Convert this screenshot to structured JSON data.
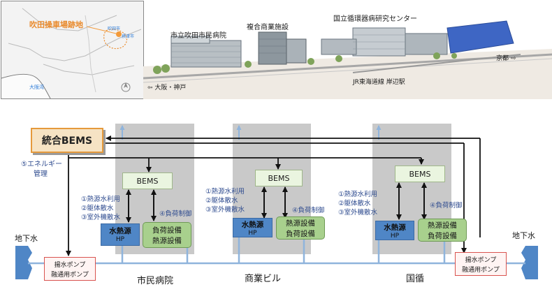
{
  "map": {
    "site_label": "吹田操車場跡地",
    "suita_label": "吹田市",
    "settsu_label": "摂津市",
    "osaka_bay_label": "大阪湾"
  },
  "illustration": {
    "hospital_label": "市立吹田市民病院",
    "commercial_label": "複合商業施設",
    "ncvc_label": "国立循環器病研究センター",
    "to_osaka": "⇦ 大阪・神戸",
    "to_kyoto": "京都 ⇨",
    "station_label": "JR東海道線 岸辺駅"
  },
  "system": {
    "integrated_bems": "統合BEMS",
    "energy_mgmt_line1": "⑤エネルギー",
    "energy_mgmt_line2": "管理",
    "groundwater_left": "地下水",
    "groundwater_right": "地下水",
    "pump_left_line1": "揚水ポンプ",
    "pump_left_line2": "融通用ポンプ",
    "pump_right_line1": "揚水ポンプ",
    "pump_right_line2": "融通用ポンプ",
    "buildings": [
      {
        "bems": "BEMS",
        "list1": "①熱源水利用",
        "list2": "②躯体散水",
        "list3": "③室外機散水",
        "load": "④負荷制御",
        "hp_line1": "水熱源",
        "hp_line2": "HP",
        "equip_line1": "負荷設備",
        "equip_line2": "熱源設備",
        "name": "市民病院"
      },
      {
        "bems": "BEMS",
        "list1": "①熱源水利用",
        "list2": "②躯体散水",
        "list3": "③室外機散水",
        "load": "④負荷制御",
        "hp_line1": "水熱源",
        "hp_line2": "HP",
        "equip_line1": "熱源設備",
        "equip_line2": "負荷設備",
        "name": "商業ビル"
      },
      {
        "bems": "BEMS",
        "list1": "①熱源水利用",
        "list2": "②躯体散水",
        "list3": "③室外機散水",
        "load": "④負荷制御",
        "hp_line1": "水熱源",
        "hp_line2": "HP",
        "equip_line1": "熱源設備",
        "equip_line2": "負荷設備",
        "name": "国循"
      }
    ]
  },
  "colors": {
    "building_bg": "#c9c9c9",
    "bems_box": "#eaf5e0",
    "hp_box": "#4f86c6",
    "equip_box": "#a8d08d",
    "pipe": "#8fb4dc",
    "label_blue": "#2e4b8f",
    "pump_border": "#d9534f",
    "integrated_bems_bg": "#f6e3c4",
    "integrated_bems_border": "#e59a3c"
  }
}
